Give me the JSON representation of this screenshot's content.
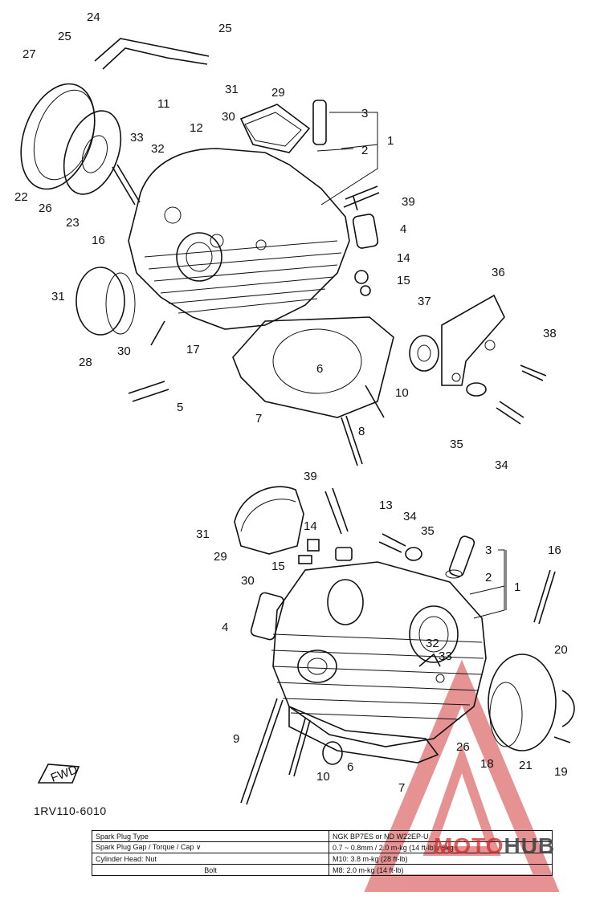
{
  "diagram": {
    "callouts_top": [
      "24",
      "25",
      "25",
      "27",
      "22",
      "26",
      "23",
      "16",
      "33",
      "32",
      "11",
      "12",
      "31",
      "29",
      "30",
      "3",
      "2",
      "1",
      "39",
      "4",
      "14",
      "15",
      "37",
      "36",
      "38",
      "31",
      "28",
      "30",
      "17",
      "5",
      "7",
      "6",
      "10",
      "8",
      "35",
      "34"
    ],
    "callouts_bottom": [
      "39",
      "13",
      "34",
      "35",
      "16",
      "31",
      "29",
      "14",
      "15",
      "30",
      "3",
      "2",
      "1",
      "4",
      "32",
      "33",
      "20",
      "9",
      "10",
      "6",
      "26",
      "18",
      "21",
      "19",
      "7"
    ],
    "drawing_code": "1RV110-6010",
    "fwd_label": "FWD"
  },
  "spec_table": {
    "rows": [
      {
        "label": "Spark Plug Type",
        "value": "NGK BP7ES or ND W22EP-U"
      },
      {
        "label": "Spark Plug Gap / Torque / Cap ∨",
        "value": "0.7 ~ 0.8mm / 2.0 m-kg (14 ft-lb) / 5kg"
      },
      {
        "label": "Cylinder Head: Nut",
        "value": "M10: 3.8 m-kg (28 ft-lb)"
      },
      {
        "label": "Bolt",
        "value": "M8: 2.0 m-kg (14 ft-lb)"
      }
    ]
  },
  "watermark": {
    "text_a": "MOTO",
    "text_b": "HUB",
    "color_a": "#cd2828",
    "color_b": "#3c3c3c"
  }
}
